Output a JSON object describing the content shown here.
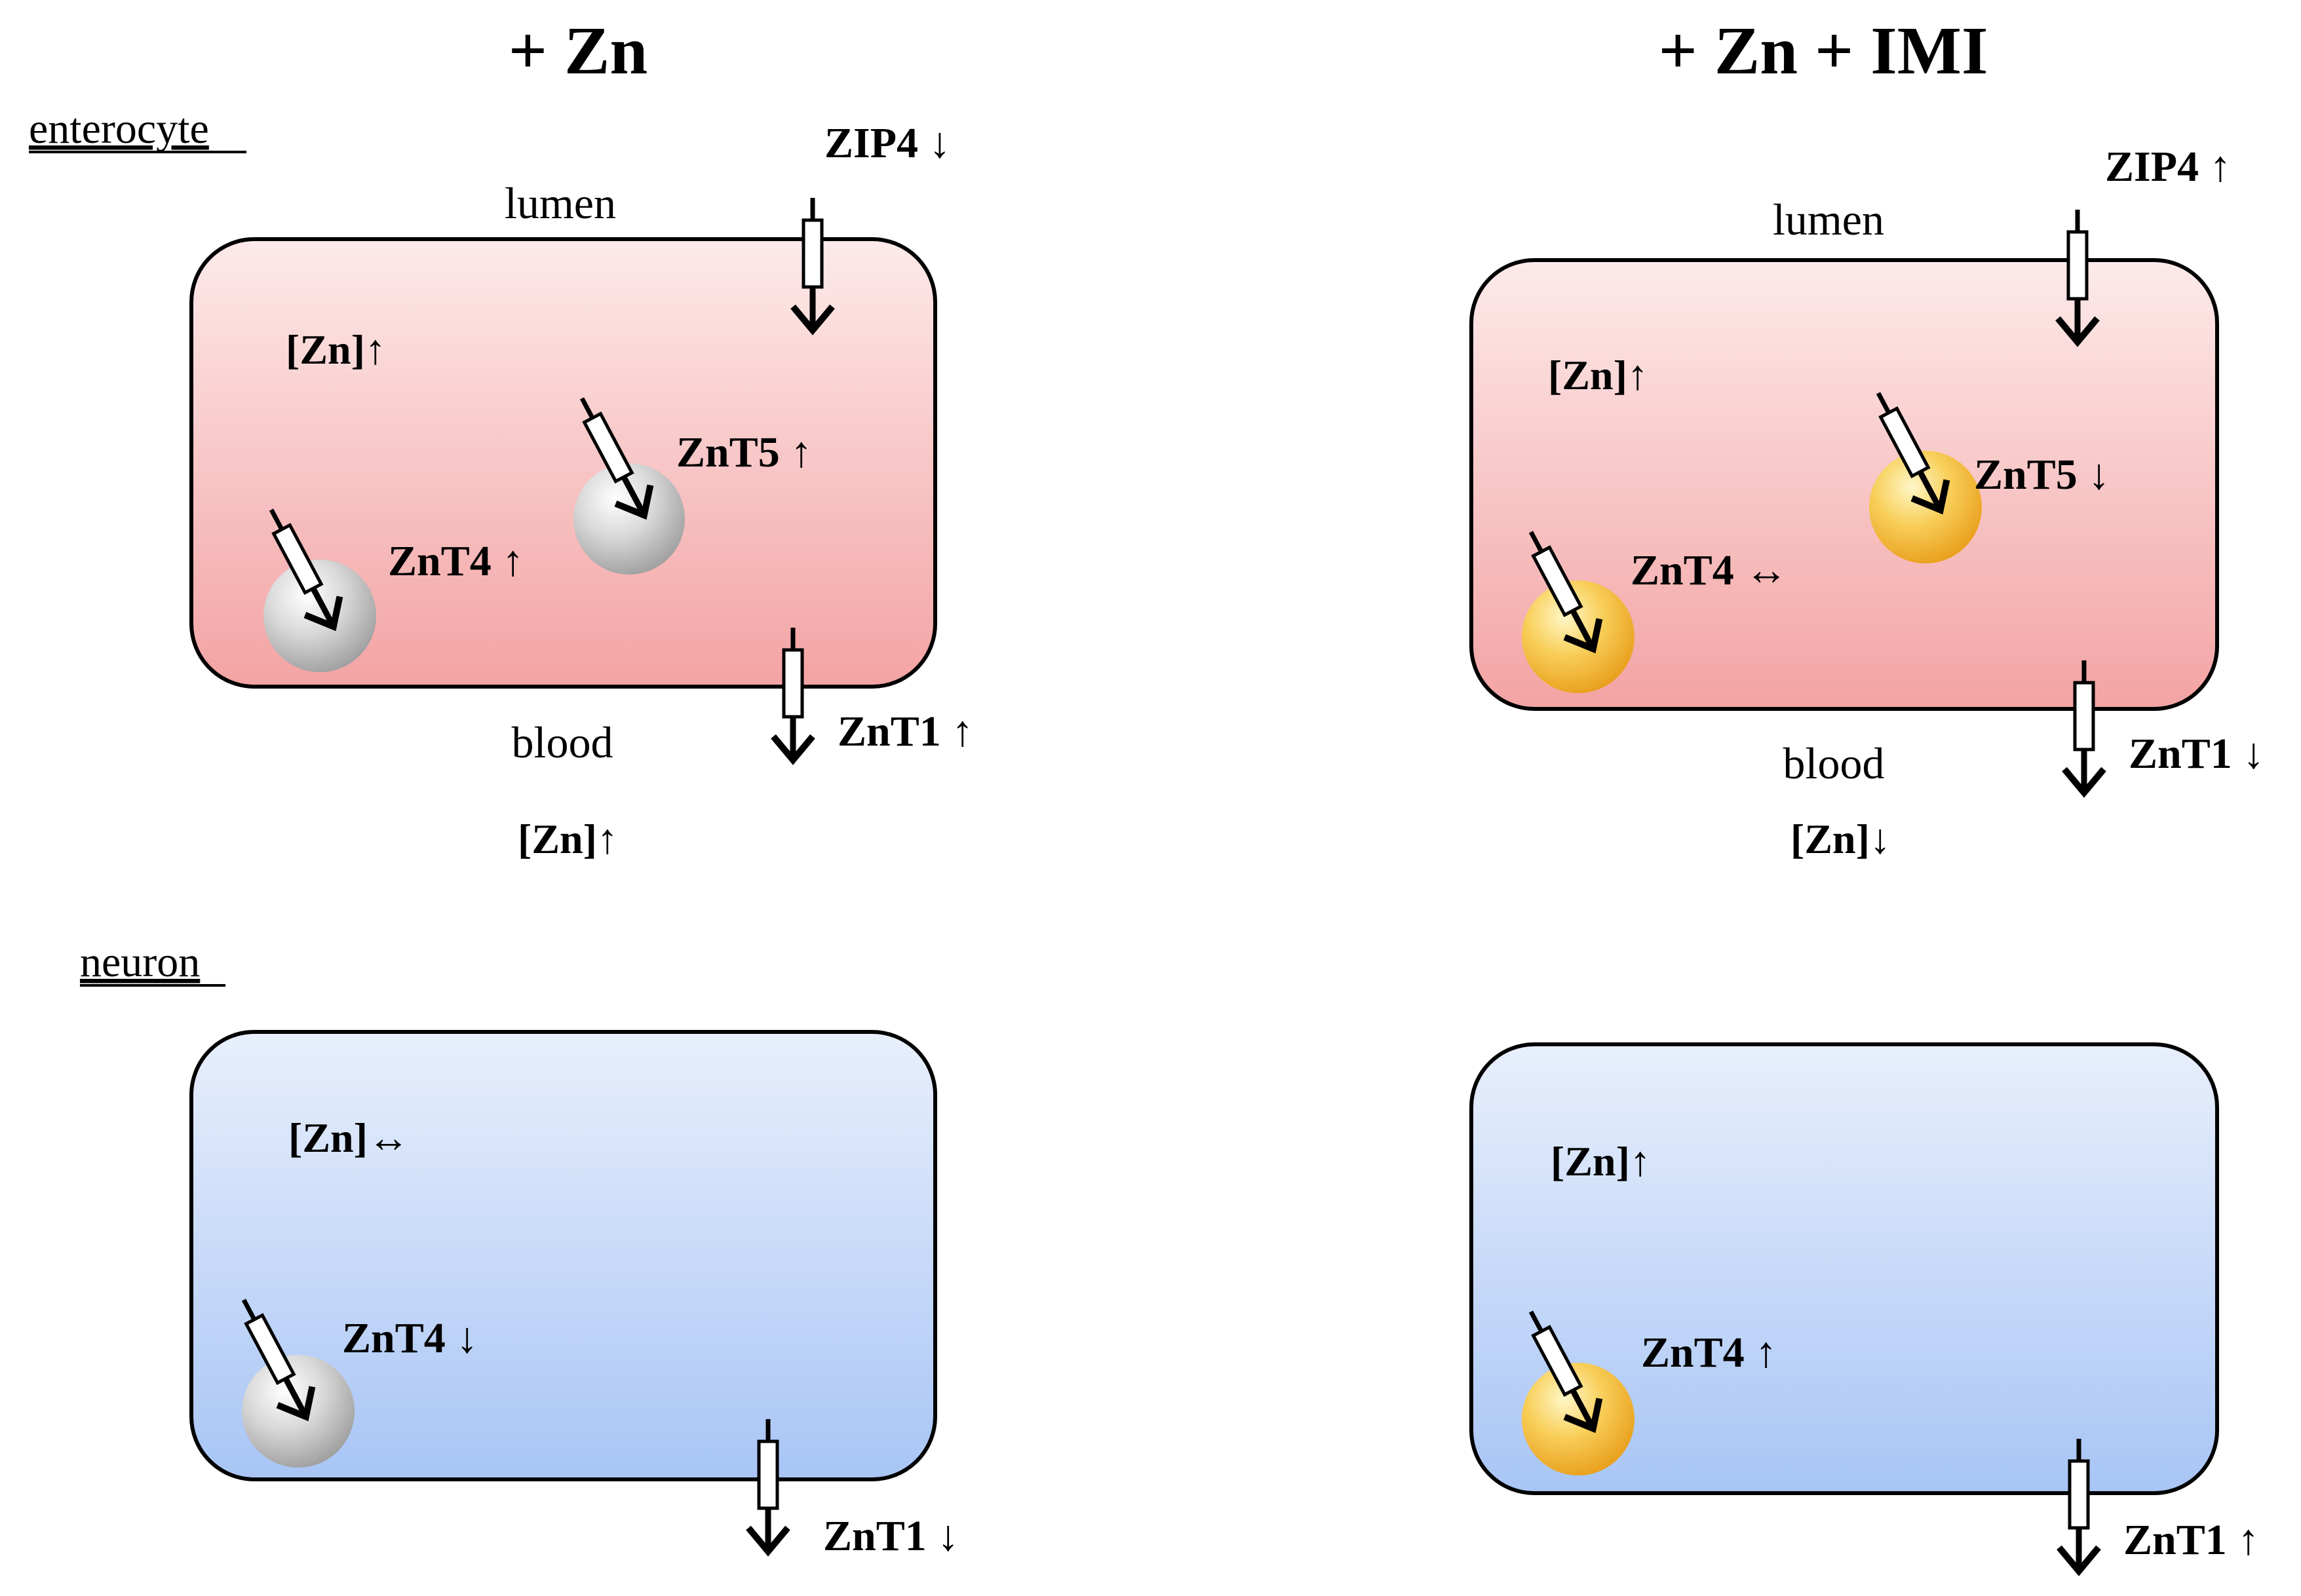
{
  "panels": {
    "left": {
      "title": "+ Zn",
      "enterocyte": {
        "section_label": "enterocyte",
        "lumen": "lumen",
        "blood": "blood",
        "cell_zn": "[Zn]↑",
        "blood_zn": "[Zn]↑",
        "zip4": "ZIP4 ↓",
        "znt5": "ZnT5 ↑",
        "znt4": "ZnT4 ↑",
        "znt1": "ZnT1 ↑",
        "vesicle_color": "gray"
      },
      "neuron": {
        "section_label": "neuron",
        "cell_zn": "[Zn]↔",
        "znt4": "ZnT4 ↓",
        "znt1": "ZnT1 ↓",
        "vesicle_color": "gray"
      }
    },
    "right": {
      "title": "+ Zn + IMI",
      "enterocyte": {
        "lumen": "lumen",
        "blood": "blood",
        "cell_zn": "[Zn]↑",
        "blood_zn": "[Zn]↓",
        "zip4": "ZIP4 ↑",
        "znt5": "ZnT5 ↓",
        "znt4": "ZnT4 ↔",
        "znt1": "ZnT1 ↓",
        "vesicle_color": "yellow"
      },
      "neuron": {
        "cell_zn": "[Zn]↑",
        "znt4": "ZnT4 ↑",
        "znt1": "ZnT1 ↑",
        "vesicle_color": "yellow"
      }
    }
  },
  "colors": {
    "enterocyte_fill_top": "#fde9e9",
    "enterocyte_fill_bottom": "#f4a4a4",
    "neuron_fill_top": "#e6eefc",
    "neuron_fill_bottom": "#a9c6f5",
    "vesicle_gray": "#c8c8c8",
    "vesicle_yellow": "#f5b534",
    "outline": "#000000"
  }
}
